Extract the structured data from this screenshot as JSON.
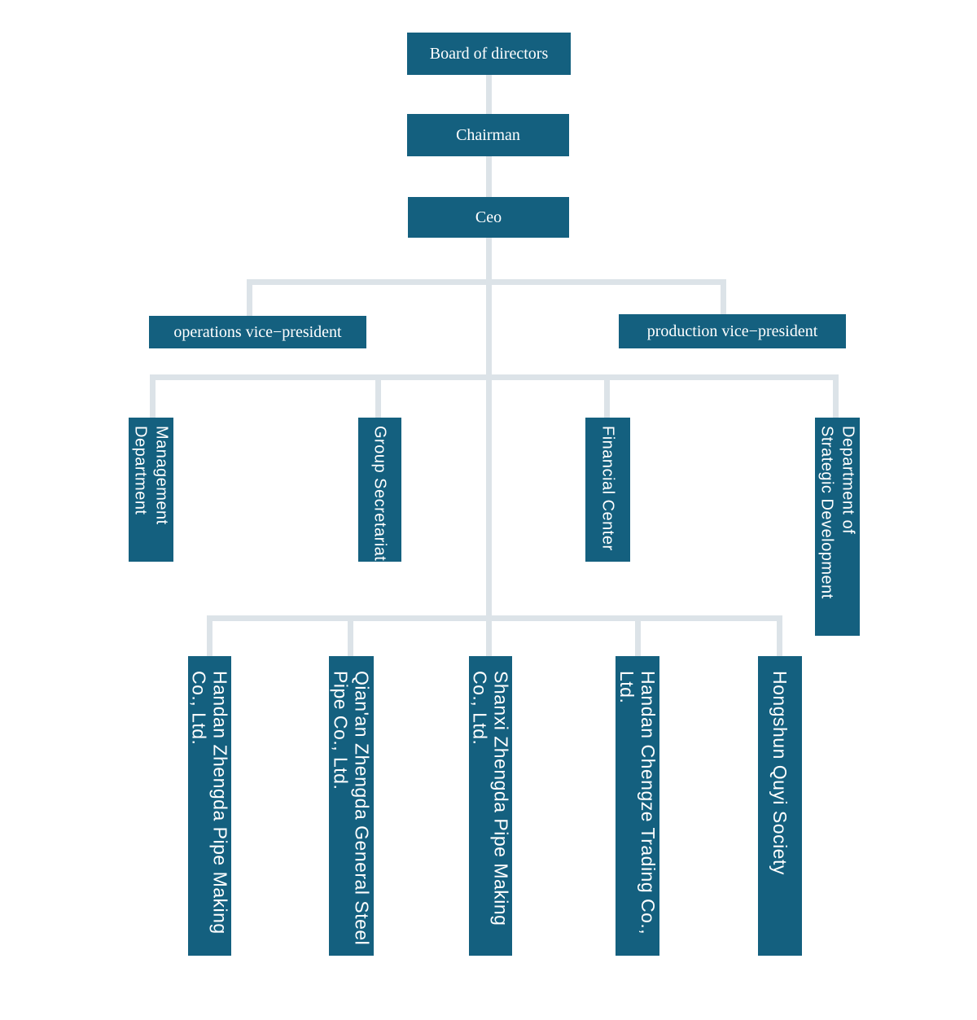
{
  "colors": {
    "box": "#14607f",
    "line": "#dce3e8",
    "text": "#ffffff",
    "background": "#ffffff"
  },
  "org_chart": {
    "type": "organization-chart",
    "nodes": {
      "board": {
        "label": "Board of directors",
        "level": 1,
        "parent": null
      },
      "chairman": {
        "label": "Chairman",
        "level": 2,
        "parent": "Board of directors"
      },
      "ceo": {
        "label": "Ceo",
        "level": 3,
        "parent": "Chairman"
      },
      "ops_vp": {
        "label": "operations vice−president",
        "level": 4,
        "parent": "Ceo"
      },
      "prod_vp": {
        "label": "production vice−president",
        "level": 4,
        "parent": "Ceo"
      },
      "management": {
        "label": "Management\nDepartment",
        "level": 5,
        "parent": "Ceo"
      },
      "secretariat": {
        "label": "Group Secretariat",
        "level": 5,
        "parent": "Ceo"
      },
      "financial": {
        "label": "Financial Center",
        "level": 5,
        "parent": "Ceo"
      },
      "strategic": {
        "label": "Department of\nStrategic Development",
        "level": 5,
        "parent": "Ceo"
      },
      "handan_pipe": {
        "label": "Handan Zhengda Pipe Making\nCo., Ltd.",
        "level": 6,
        "parent": "Ceo"
      },
      "qianan": {
        "label": "Qian'an Zhengda General Steel\nPipe Co., Ltd.",
        "level": 6,
        "parent": "Ceo"
      },
      "shanxi": {
        "label": "Shanxi Zhengda Pipe Making\nCo., Ltd.",
        "level": 6,
        "parent": "Ceo"
      },
      "chengze": {
        "label": "Handan Chengze Trading Co., Ltd.",
        "level": 6,
        "parent": "Ceo"
      },
      "hongshun": {
        "label": "Hongshun Quyi Society",
        "level": 6,
        "parent": "Ceo"
      }
    }
  }
}
